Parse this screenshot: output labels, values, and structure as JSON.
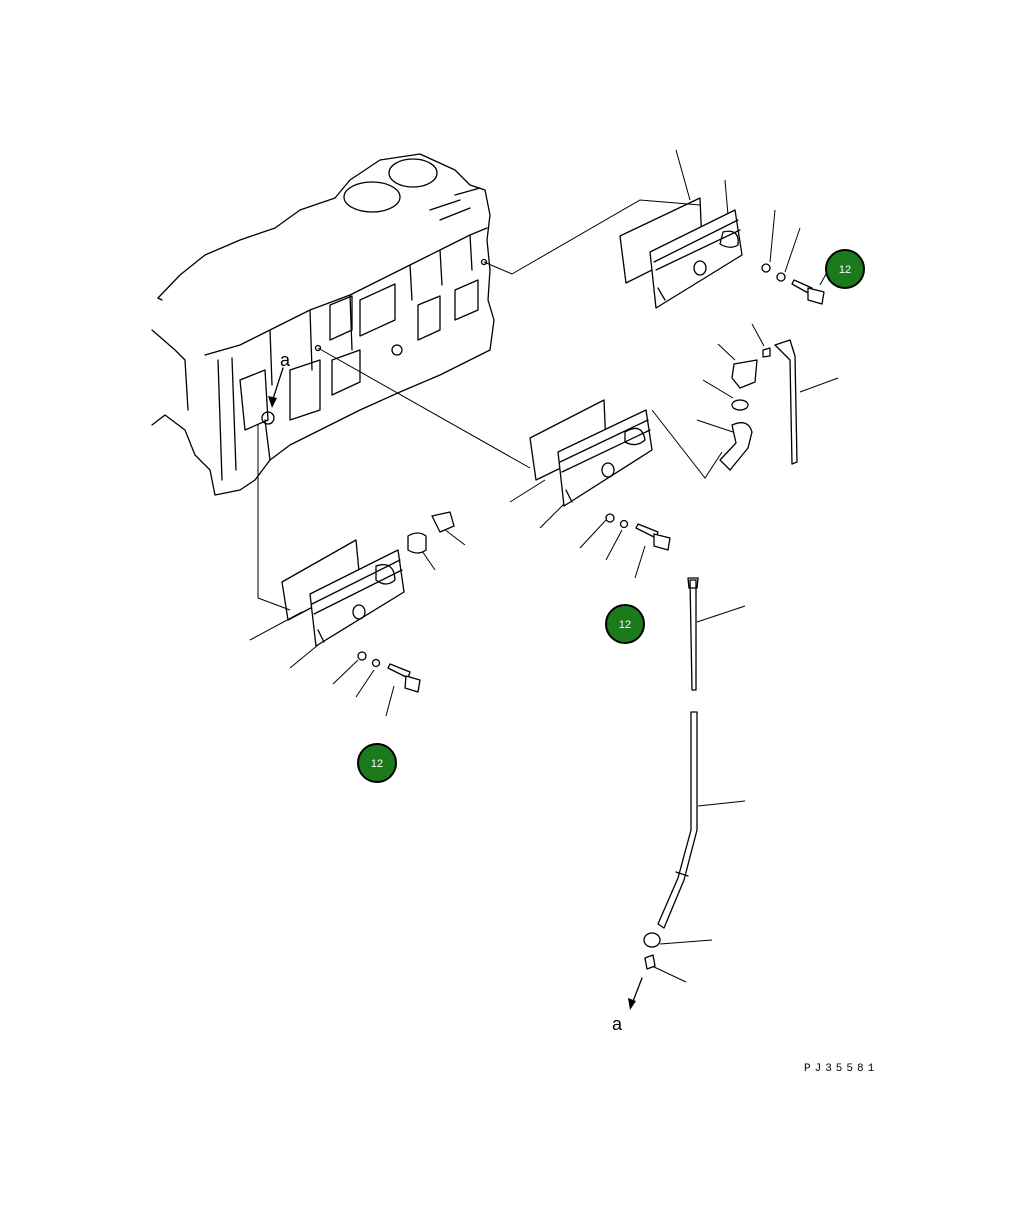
{
  "diagram": {
    "drawing_code": "PJ35581",
    "callout_letter_top": "a",
    "callout_letter_bottom": "a",
    "callouts": [
      {
        "id": "callout-top-right",
        "label": "12",
        "color": "#1b7a1b"
      },
      {
        "id": "callout-middle",
        "label": "12",
        "color": "#1b7a1b"
      },
      {
        "id": "callout-bottom-left",
        "label": "12",
        "color": "#1b7a1b"
      }
    ]
  }
}
